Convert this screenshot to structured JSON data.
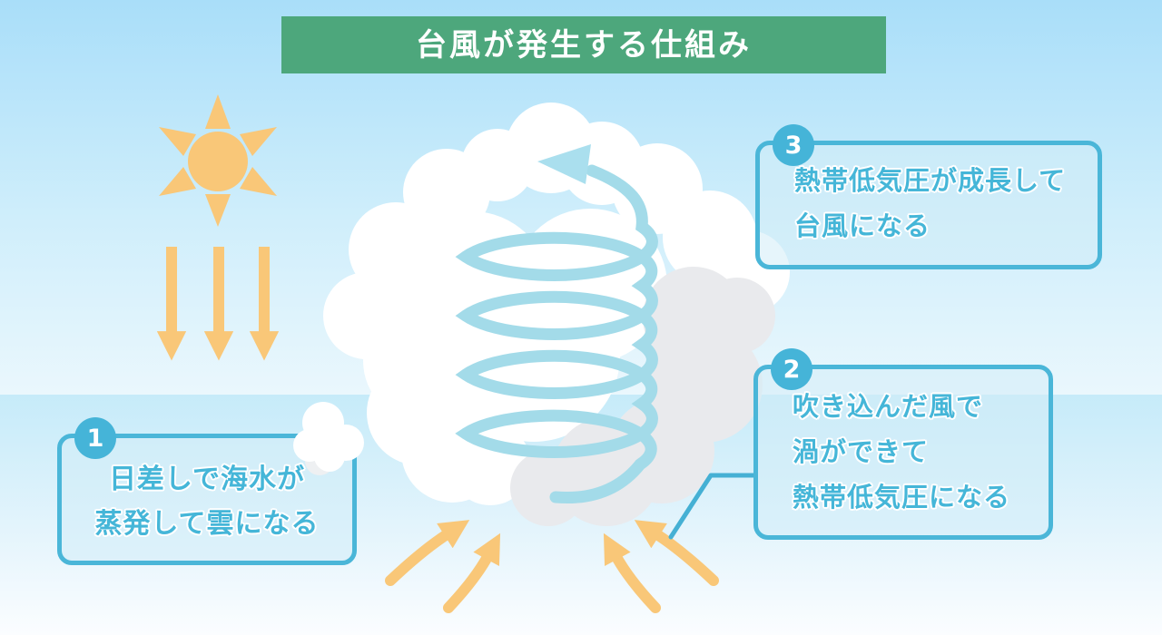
{
  "title": {
    "text": "台風が発生する仕組み"
  },
  "steps": [
    {
      "number": "1",
      "lines": [
        "日差しで海水が",
        "蒸発して雲になる"
      ]
    },
    {
      "number": "2",
      "lines": [
        "吹き込んだ風で",
        "渦ができて",
        "熱帯低気圧になる"
      ]
    },
    {
      "number": "3",
      "lines": [
        "熱帯低気圧が成長して",
        "台風になる"
      ]
    }
  ],
  "palette": {
    "banner_green": "#4da77c",
    "sky_top": "#a9def9",
    "sky_bottom": "#eaf7fd",
    "sea_top": "#c6ebf9",
    "sea_bottom": "#fbfdff",
    "callout_border": "#4ab6d8",
    "callout_text_blue": "#45b6d8",
    "badge_blue": "#45b4d8",
    "sun_orange": "#f9c778",
    "arrow_orange": "#f9c778",
    "spiral_blue": "#a3dbe9",
    "connector_blue": "#45b0d4",
    "cloud_white": "#ffffff",
    "cloud_shadow_gray": "#e9eaed"
  },
  "icons": {
    "sun": "sun-icon",
    "sunlight": "sunlight-down-arrows-icon",
    "storm_cloud": "storm-cloud-icon",
    "spiral": "spiral-updraft-arrow-icon",
    "inflow": "wind-inflow-arrows-icon",
    "small_cloud": "small-cloud-icon"
  }
}
